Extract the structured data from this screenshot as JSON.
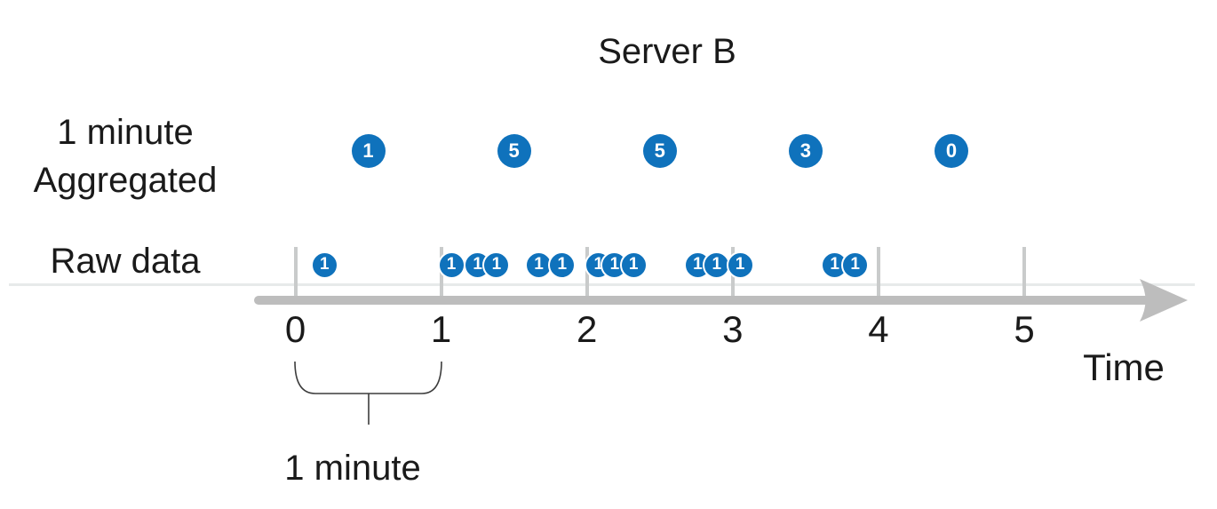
{
  "title": "Server B",
  "labels": {
    "aggregated_line1": "1 minute",
    "aggregated_line2": "Aggregated",
    "raw_row": "Raw data",
    "axis_title": "Time",
    "interval": "1 minute"
  },
  "colors": {
    "point_blue": "#0f72bc",
    "axis_gray": "#bdbdbd",
    "tick_gray": "#c9cbcb",
    "separator_gray": "#e7eaea",
    "text": "#1a1a1a"
  },
  "chart_data": {
    "type": "scatter",
    "title": "Server B",
    "xlabel": "Time",
    "x_ticks": [
      "0",
      "1",
      "2",
      "3",
      "4",
      "5"
    ],
    "x_range": [
      0,
      5.6
    ],
    "grid": false,
    "legend_position": "left-row-labels",
    "series": [
      {
        "name": "1 minute Aggregated",
        "points": [
          {
            "t": 0.5,
            "value": 1
          },
          {
            "t": 1.5,
            "value": 5
          },
          {
            "t": 2.5,
            "value": 5
          },
          {
            "t": 3.5,
            "value": 3
          },
          {
            "t": 4.5,
            "value": 0
          }
        ]
      },
      {
        "name": "Raw data",
        "points": [
          {
            "t": 0.2,
            "value": 1
          },
          {
            "t": 1.07,
            "value": 1
          },
          {
            "t": 1.25,
            "value": 1
          },
          {
            "t": 1.38,
            "value": 1
          },
          {
            "t": 1.67,
            "value": 1
          },
          {
            "t": 1.83,
            "value": 1
          },
          {
            "t": 2.08,
            "value": 1
          },
          {
            "t": 2.19,
            "value": 1
          },
          {
            "t": 2.32,
            "value": 1
          },
          {
            "t": 2.76,
            "value": 1
          },
          {
            "t": 2.89,
            "value": 1
          },
          {
            "t": 3.05,
            "value": 1
          },
          {
            "t": 3.7,
            "value": 1
          },
          {
            "t": 3.84,
            "value": 1
          }
        ]
      }
    ],
    "annotation": {
      "from_tick": 0,
      "to_tick": 1,
      "label": "1 minute"
    }
  }
}
